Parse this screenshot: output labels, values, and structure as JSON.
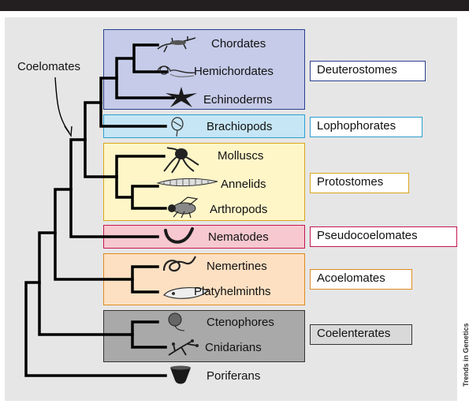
{
  "annotation": "Coelomates",
  "taxa": {
    "chordates": "Chordates",
    "hemichordates": "Hemichordates",
    "echinoderms": "Echinoderms",
    "brachiopods": "Brachiopods",
    "molluscs": "Molluscs",
    "annelids": "Annelids",
    "arthropods": "Arthropods",
    "nematodes": "Nematodes",
    "nemertines": "Nemertines",
    "platyhelminths": "Platyhelminths",
    "ctenophores": "Ctenophores",
    "cnidarians": "Cnidarians",
    "poriferans": "Poriferans"
  },
  "groups": {
    "deuterostomes": {
      "label": "Deuterostomes",
      "color": "#2b3f8f",
      "fill": "#c5cbe8"
    },
    "lophophorates": {
      "label": "Lophophorates",
      "color": "#2a9fd0",
      "fill": "#c6e6f5"
    },
    "protostomes": {
      "label": "Protostomes",
      "color": "#d9a51a",
      "fill": "#fff6c8"
    },
    "pseudocoelomates": {
      "label": "Pseudocoelomates",
      "color": "#c4174f",
      "fill": "#f7c8cf"
    },
    "acoelomates": {
      "label": "Acoelomates",
      "color": "#e08a1e",
      "fill": "#fde0c2"
    },
    "coelenterates": {
      "label": "Coelenterates",
      "color": "#333333",
      "fill": "#a9a9a9"
    }
  },
  "credit": "Trends in Genetics"
}
